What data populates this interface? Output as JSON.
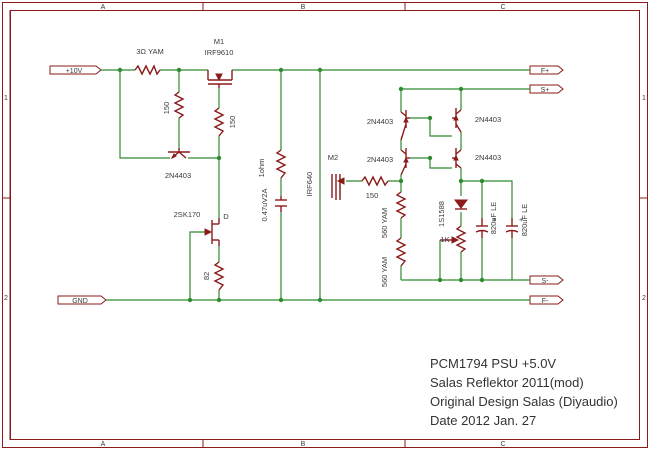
{
  "grid": {
    "top": [
      "A",
      "B",
      "C"
    ],
    "side": [
      "1",
      "2"
    ]
  },
  "nets": {
    "vin": "+10V",
    "gnd": "GND",
    "fplus": "F+",
    "splus": "S+",
    "sminus": "S-",
    "fminus": "F-"
  },
  "parts": {
    "r_3ohm": "3Ω YAM",
    "m1_ref": "M1",
    "m1_type": "IRF9610",
    "r_150a": "150",
    "r_150b": "150",
    "q_pnp1": "2N4403",
    "jfet_type": "2SK170",
    "jfet_pin": "D",
    "r_82": "82",
    "r_1ohm": "1ohm",
    "c_047": "0.47uV2A",
    "m2_ref": "M2",
    "m2_type": "IRF640",
    "r_150c": "150",
    "q2": "2N4403",
    "q3": "2N4403",
    "q4": "2N4403",
    "q5": "2N4403",
    "r_560a": "560 YAM",
    "r_560b": "560 YAM",
    "d_ref": "1S1588",
    "pot_1k": "1K",
    "c_820a": "820uF LE",
    "c_820b": "820uF LE"
  },
  "title_block": {
    "line1": "PCM1794 PSU +5.0V",
    "line2": "Salas Reflektor 2011(mod)",
    "line3": "Original Design Salas (Diyaudio)",
    "line4": "Date 2012 Jan. 27"
  },
  "colors": {
    "wire": "#2e8b2e",
    "part": "#8b1a1a",
    "text": "#3a3a3a"
  }
}
